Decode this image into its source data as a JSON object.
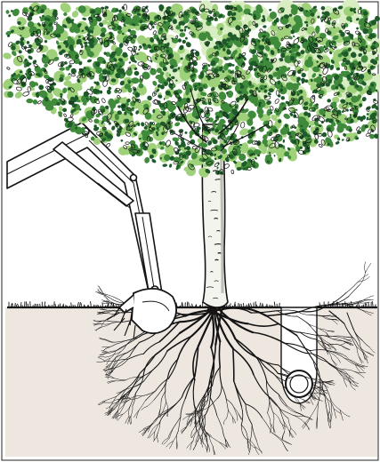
{
  "scene": {
    "subject": "tree-root-excavation-illustration",
    "elements": [
      "tree-canopy",
      "tree-trunk",
      "excavator-arm",
      "excavator-bucket",
      "ground-surface",
      "soil-section",
      "root-system",
      "trench",
      "buried-pipe"
    ],
    "colors": {
      "canopy_dark": "#1f5a2a",
      "canopy_mid": "#3f8a3b",
      "canopy_light": "#9fd07a",
      "canopy_highlight": "#d8edc2",
      "trunk": "#f4f4ef",
      "trunk_shadow": "#bdbdb6",
      "soil": "#ede7e0",
      "ink": "#141414",
      "paper": "#ffffff"
    }
  }
}
